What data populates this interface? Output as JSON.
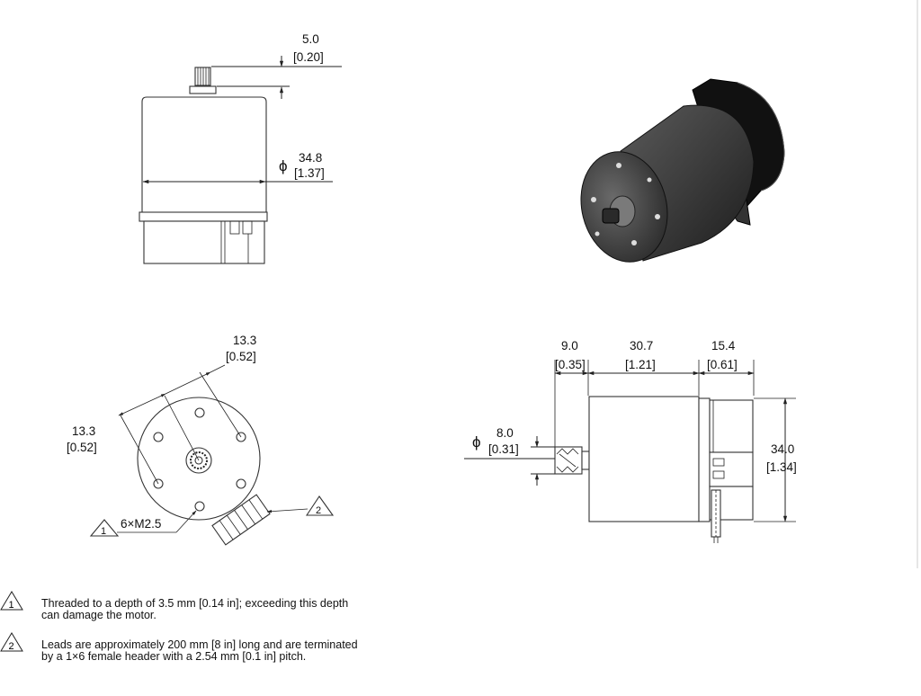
{
  "top_view": {
    "shaft_length": {
      "mm": "5.0",
      "in": "[0.20]"
    },
    "diameter": {
      "symbol": "ϕ",
      "mm": "34.8",
      "in": "[1.37]"
    }
  },
  "end_view": {
    "spacing_a": {
      "mm": "13.3",
      "in": "[0.52]"
    },
    "spacing_b": {
      "mm": "13.3",
      "in": "[0.52]"
    },
    "holes_label": "6×M2.5",
    "note1_marker": "1",
    "note2_marker": "2"
  },
  "side_view": {
    "shaft_length": {
      "mm": "9.0",
      "in": "[0.35]"
    },
    "body_length": {
      "mm": "30.7",
      "in": "[1.21]"
    },
    "encoder_length": {
      "mm": "15.4",
      "in": "[0.61]"
    },
    "shaft_diameter": {
      "symbol": "ϕ",
      "mm": "8.0",
      "in": "[0.31]"
    },
    "height": {
      "mm": "34.0",
      "in": "[1.34]"
    }
  },
  "notes": [
    {
      "marker": "1",
      "line1": "Threaded to a depth of 3.5 mm [0.14 in]; exceeding this depth",
      "line2": "can damage the motor."
    },
    {
      "marker": "2",
      "line1": "Leads are approximately 200 mm [8 in] long and are terminated",
      "line2": "by a 1×6 female header with a 2.54 mm [0.1 in] pitch."
    }
  ]
}
